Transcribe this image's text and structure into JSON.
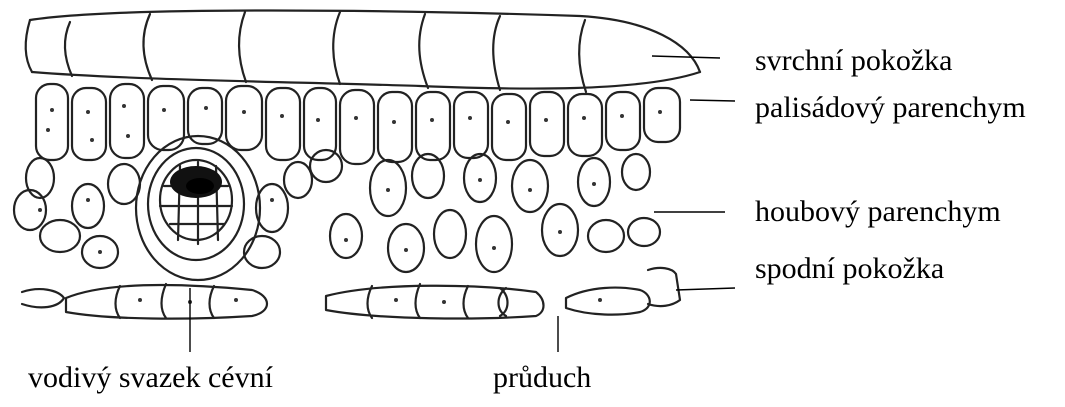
{
  "diagram": {
    "labels": {
      "upper_epidermis": "svrchní pokožka",
      "palisade_parenchyma": "palisádový parenchym",
      "spongy_parenchyma": "houbový parenchym",
      "lower_epidermis": "spodní pokožka",
      "vascular_bundle": "vodivý svazek cévní",
      "stoma": "průduch"
    }
  }
}
